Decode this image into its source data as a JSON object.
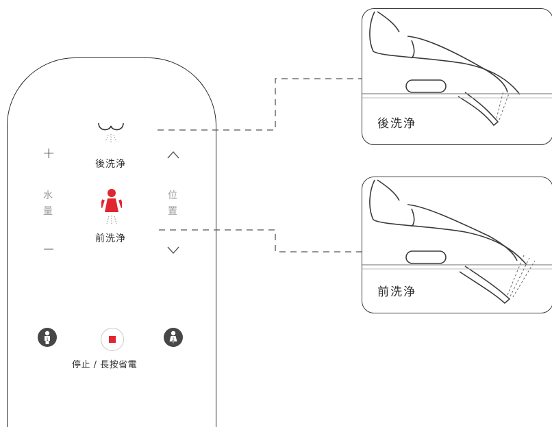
{
  "remote": {
    "rear_wash_label": "後洗浄",
    "front_wash_label": "前洗浄",
    "water_label_1": "水",
    "water_label_2": "量",
    "position_label_1": "位",
    "position_label_2": "置",
    "plus": "+",
    "minus": "−",
    "up": "^",
    "down": "∨",
    "stop_label": "停止 / 長按省電"
  },
  "illustrations": [
    {
      "caption": "後洗浄"
    },
    {
      "caption": "前洗浄"
    }
  ],
  "colors": {
    "accent": "#e0262f",
    "outline": "#2b2b2b",
    "dashed": "#555555",
    "button_dark": "#474747"
  }
}
